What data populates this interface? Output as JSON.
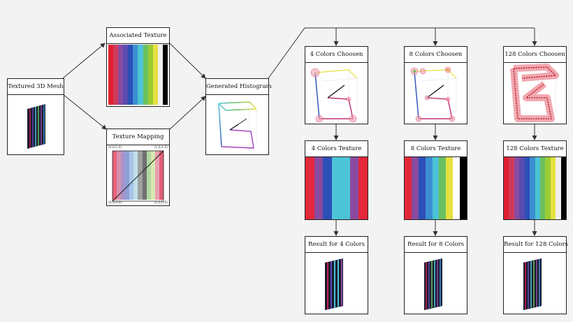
{
  "boxes": {
    "mesh": {
      "title": "Textured 3D Mesh"
    },
    "texture": {
      "title": "Associated Texture"
    },
    "mapping": {
      "title": "Texture Mapping",
      "corner_tl": "(0.0,1.0)",
      "corner_tr": "(1.0,1.0)",
      "corner_bl": "(0.0,0.0)",
      "corner_br": "(1.0,0.0)"
    },
    "histogram": {
      "title": "Generated Histogram"
    },
    "chosen4": {
      "title": "4 Colors Choosen"
    },
    "chosen8": {
      "title": "8 Colors Choosen"
    },
    "chosen128": {
      "title": "128 Colors Choosen"
    },
    "tex4": {
      "title": "4 Colors Texture"
    },
    "tex8": {
      "title": "8 Colors Texture"
    },
    "tex128": {
      "title": "128 Colors Texture"
    },
    "res4": {
      "title": "Result for 4 Colors"
    },
    "res8": {
      "title": "Result for 8 Colors"
    },
    "res128": {
      "title": "Result for 128 Colors"
    }
  },
  "colors": {
    "assoc_texture": [
      "#e02030",
      "#d03a5a",
      "#8a4aa0",
      "#5a4cb0",
      "#2c4fb8",
      "#3b8fd0",
      "#4cc3d6",
      "#6bc060",
      "#9acd32",
      "#e6e040",
      "#f0f0f0",
      "#000000"
    ],
    "mapping_texture": [
      "#e8627a",
      "#d88fb0",
      "#a894c8",
      "#8fa0d8",
      "#a6c4e8",
      "#c0e0e8",
      "#a0a0a0",
      "#707070",
      "#b0d8a0",
      "#d8e8b0",
      "#e8a0b0",
      "#e0607a"
    ],
    "tex4": [
      "#e2283a",
      "#8a4aa0",
      "#2c4fb8",
      "#4cc3d6",
      "#4cc3d6",
      "#8a4aa0",
      "#e2283a"
    ],
    "tex8": [
      "#e2283a",
      "#8a4aa0",
      "#2c4fb8",
      "#3b8fd0",
      "#4cc3d6",
      "#6bc060",
      "#e6e040",
      "#ffffff",
      "#000000"
    ],
    "tex128": [
      "#e02030",
      "#d03a5a",
      "#8a4aa0",
      "#5a4cb0",
      "#2c4fb8",
      "#3b8fd0",
      "#4cc3d6",
      "#6bc060",
      "#9acd32",
      "#e6e040",
      "#f0f0f0",
      "#000000"
    ]
  }
}
